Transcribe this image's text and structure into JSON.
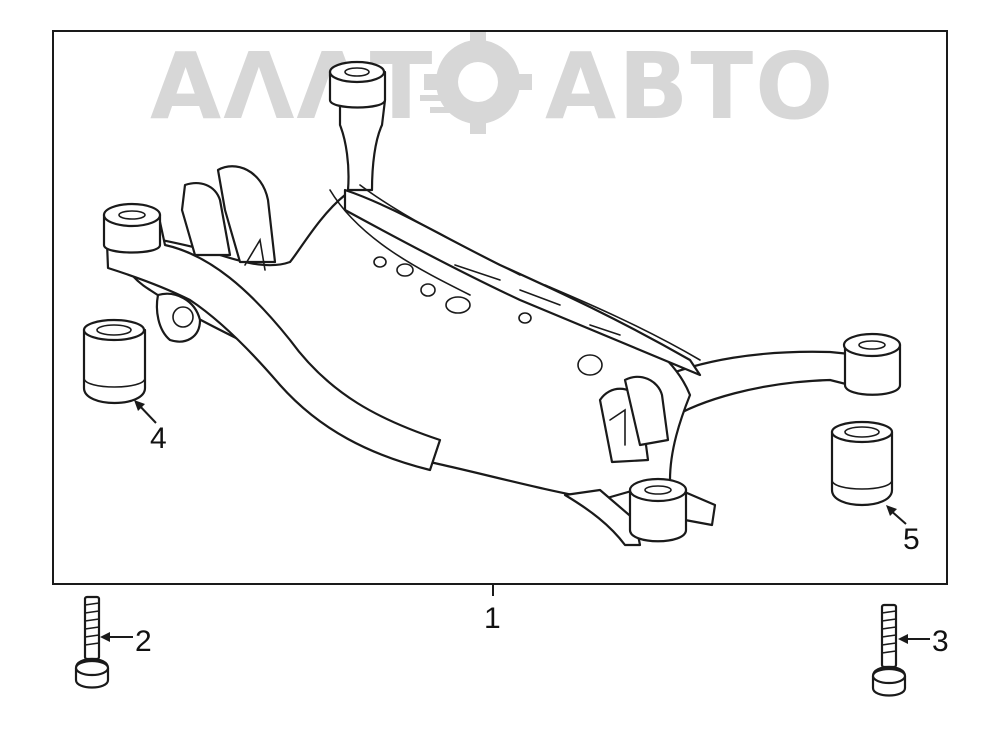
{
  "watermark": {
    "text": "ΑΛΛΤΘΑΒΤΟ"
  },
  "callouts": [
    {
      "id": "subframe",
      "label": "1"
    },
    {
      "id": "bolt-left",
      "label": "2"
    },
    {
      "id": "bolt-right",
      "label": "3"
    },
    {
      "id": "bushing-left",
      "label": "4"
    },
    {
      "id": "bushing-right",
      "label": "5"
    }
  ]
}
